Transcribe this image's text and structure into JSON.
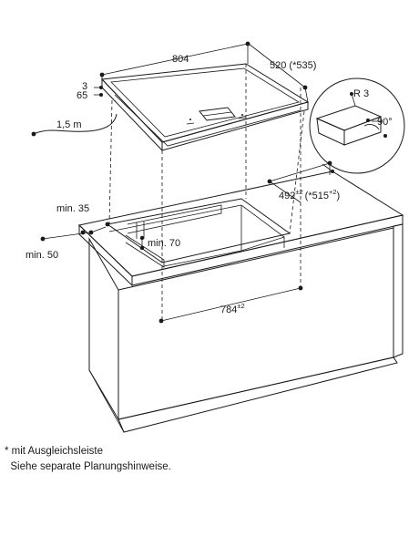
{
  "dimensions": {
    "width": "804",
    "depth": "520 (*535)",
    "thickness_top": "3",
    "height": "65",
    "cable_length": "1,5 m",
    "radius": "R 3",
    "angle": "90°",
    "cutout_depth_main": "492",
    "cutout_depth_tol": "±2",
    "cutout_depth_alt_open": "(*515",
    "cutout_depth_alt_tol": "+2",
    "cutout_depth_alt_close": ")",
    "cutout_width_main": "784",
    "cutout_width_tol": "±2",
    "min_front": "min. 35",
    "min_side": "min. 50",
    "min_inner": "min. 70"
  },
  "notes": {
    "line1": "* mit Ausgleichsleiste",
    "line2": "  Siehe separate Planungshinweise."
  }
}
